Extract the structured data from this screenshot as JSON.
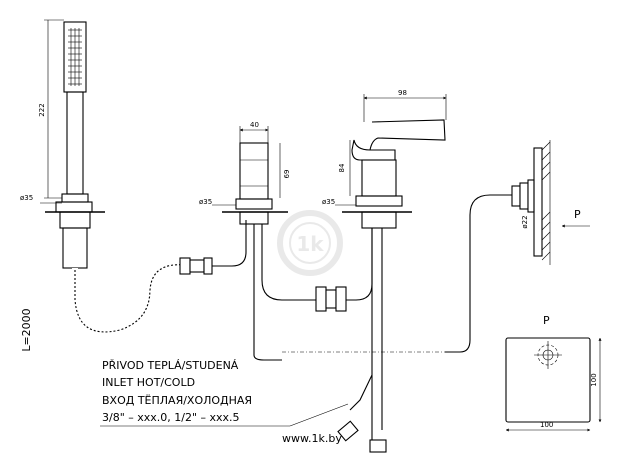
{
  "dimensions": {
    "hand_shower_length": "222",
    "hand_shower_dia": "ø35",
    "valve_width": "40",
    "valve_height": "69",
    "valve_dia": "ø35",
    "mixer_length": "98",
    "mixer_height": "84",
    "mixer_dia": "ø35",
    "diverter_dia": "ø22",
    "hose_length": "L=2000",
    "plate_width": "100",
    "plate_height": "100"
  },
  "labels": {
    "view_arrow": "P",
    "view_title": "P"
  },
  "inlet_note": {
    "line1": "PŘIVOD TEPLÁ/STUDENÁ",
    "line2": "INLET HOT/COLD",
    "line3": "ВХОД ТЁПЛАЯ/ХОЛОДНАЯ",
    "line4": "3/8\" – xxx.0, 1/2\" – xxx.5"
  },
  "watermark": {
    "text": "www.1k.by",
    "logo": "1k"
  }
}
